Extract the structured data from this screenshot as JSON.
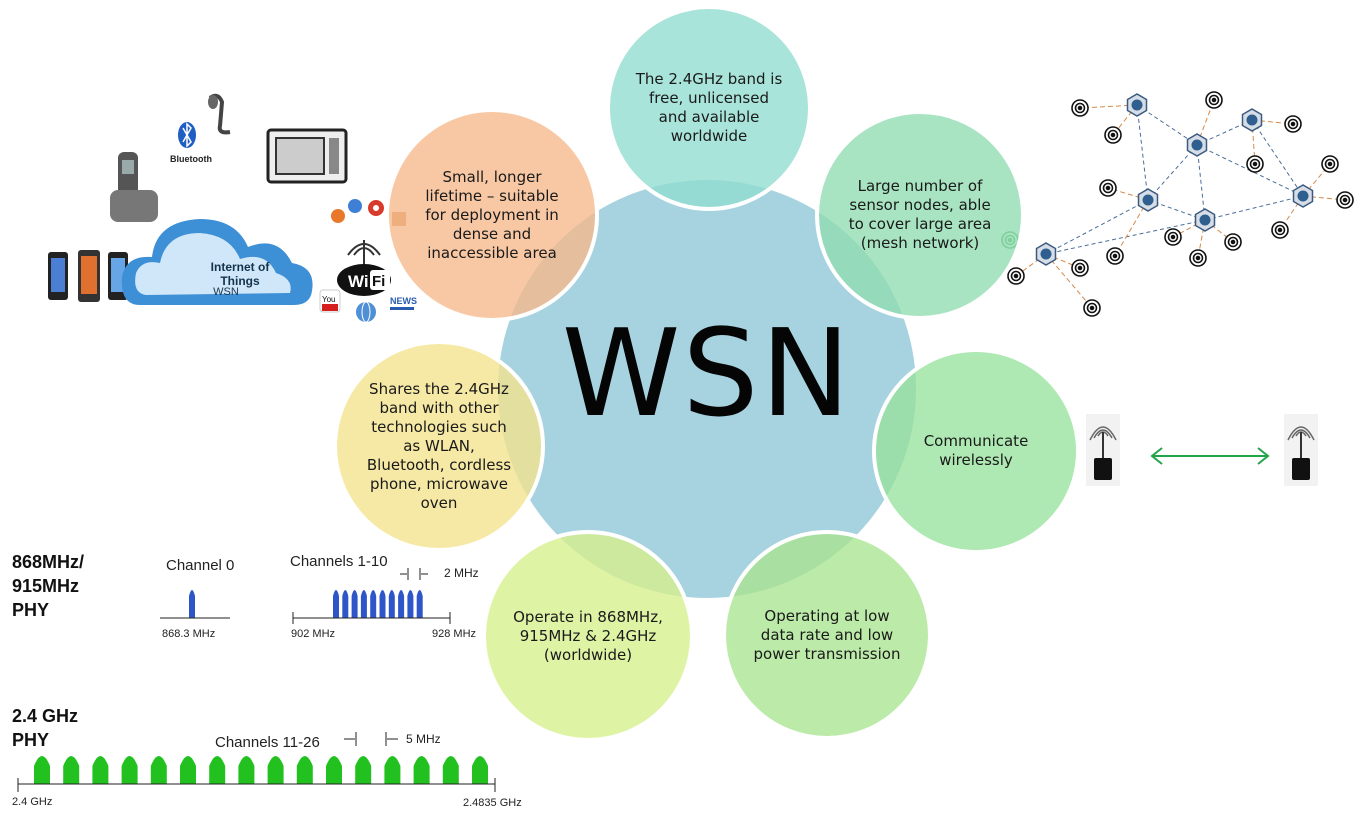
{
  "center": {
    "title": "WSN"
  },
  "bubbles": [
    {
      "text": "The 2.4GHz band is free, unlicensed and available worldwide",
      "color": "#8fdccf"
    },
    {
      "text": "Large number of sensor nodes, able to cover large area (mesh network)",
      "color": "#8fdcb0"
    },
    {
      "text": "Communicate wirelessly",
      "color": "#97e29c"
    },
    {
      "text": "Operating at low data rate and low power transmission",
      "color": "#a9e48f"
    },
    {
      "text": "Operate in 868MHz, 915MHz & 2.4GHz (worldwide)",
      "color": "#d6ef8c"
    },
    {
      "text": "Shares the 2.4GHz band with other technologies such as WLAN, Bluetooth, cordless phone, microwave oven",
      "color": "#f4e38c"
    },
    {
      "text": "Small, longer lifetime – suitable for deployment in dense and inaccessible area",
      "color": "#f6b98a"
    }
  ],
  "iot": {
    "cloud_label": "Internet of Things",
    "caption": "WSN",
    "bluetooth_label": "Bluetooth",
    "wifi_label_a": "Wi",
    "wifi_label_b": "Fi",
    "news_label": "NEWS",
    "youtube_label": "You"
  },
  "phy_868": {
    "title_line1": "868MHz/",
    "title_line2": "915MHz",
    "title_line3": "PHY",
    "channel0_label": "Channel 0",
    "channel0_freq": "868.3 MHz",
    "channels_label": "Channels 1-10",
    "spacing_label": "2 MHz",
    "start_freq": "902 MHz",
    "end_freq": "928 MHz"
  },
  "phy_24": {
    "title_line1": "2.4 GHz",
    "title_line2": "PHY",
    "channels_label": "Channels 11-26",
    "spacing_label": "5 MHz",
    "start_freq": "2.4 GHz",
    "end_freq": "2.4835 GHz"
  },
  "colors": {
    "center": "#a7d3e0",
    "channel_blue": "#2f56c8",
    "channel_green": "#22c11f",
    "arrow": "#22a44a"
  }
}
